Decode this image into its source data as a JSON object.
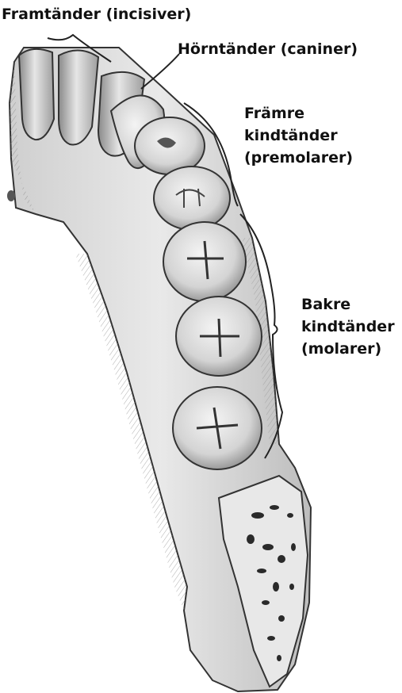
{
  "labels": {
    "incisors": "Framtänder (incisiver)",
    "canines": "Hörntänder (caniner)",
    "premolars": [
      "Främre",
      "kindtänder",
      "(premolarer)"
    ],
    "molars": [
      "Bakre",
      "kindtänder",
      "(molarer)"
    ]
  }
}
